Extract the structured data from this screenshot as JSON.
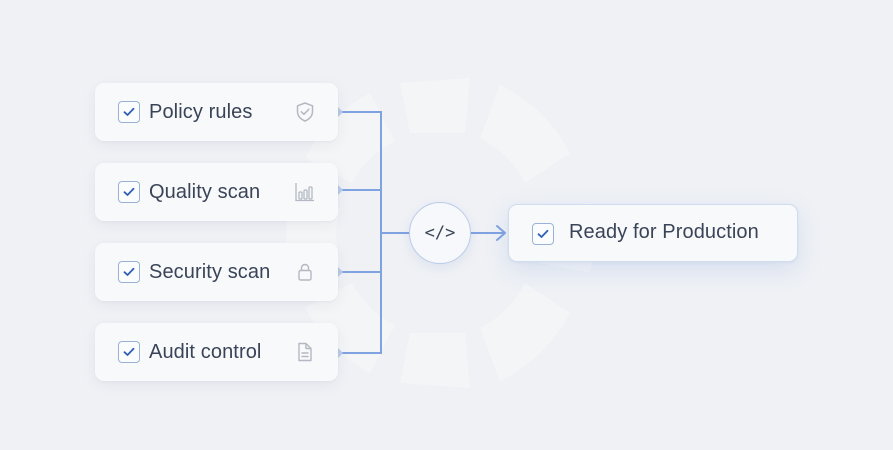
{
  "diagram": {
    "checks": [
      {
        "label": "Policy rules",
        "icon": "shield-check-icon",
        "checked": true
      },
      {
        "label": "Quality scan",
        "icon": "bar-chart-icon",
        "checked": true
      },
      {
        "label": "Security scan",
        "icon": "lock-icon",
        "checked": true
      },
      {
        "label": "Audit control",
        "icon": "document-icon",
        "checked": true
      }
    ],
    "node": {
      "label": "</>",
      "icon": "code-icon"
    },
    "result": {
      "label": "Ready for Production",
      "checked": true
    }
  },
  "colors": {
    "background": "#eff1f5",
    "card": "#f8f9fb",
    "connector": "#7fa2e0",
    "checkbox_border": "#9ab2d8",
    "checkmark": "#2f5fb3",
    "text": "#3a4459",
    "icon": "#b3b8c2"
  }
}
